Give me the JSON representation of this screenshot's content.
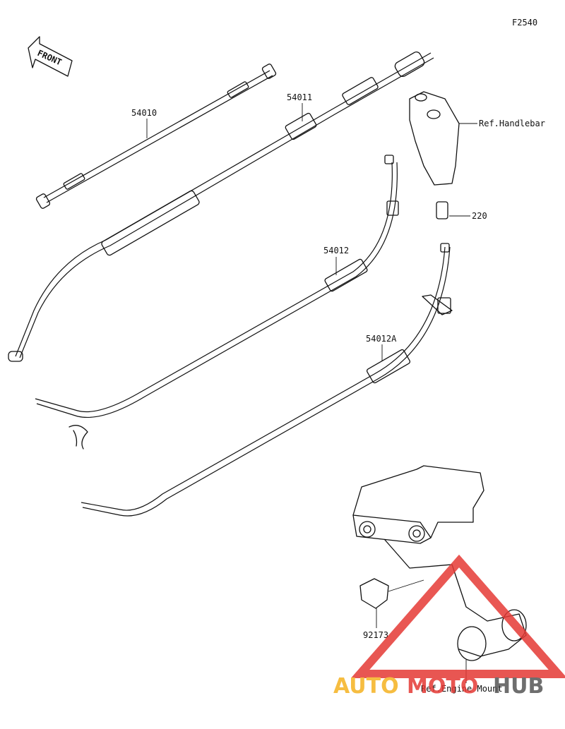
{
  "diagram_code": "F2540",
  "front_label": "FRONT",
  "parts": {
    "cable_54010": "54010",
    "cable_54011": "54011",
    "cable_54012": "54012",
    "cable_54012A": "54012A",
    "bolt_220": "220",
    "clamp_92173": "92173"
  },
  "refs": {
    "handlebar": "Ref.Handlebar",
    "engine_mount": "Ref.Engine Mount"
  },
  "watermark": {
    "part1": "AUTO",
    "part2": "MOTO",
    "part3": "HUB",
    "colors": {
      "auto": "#f5b220",
      "moto": "#e53935",
      "hub": "#555555"
    }
  }
}
